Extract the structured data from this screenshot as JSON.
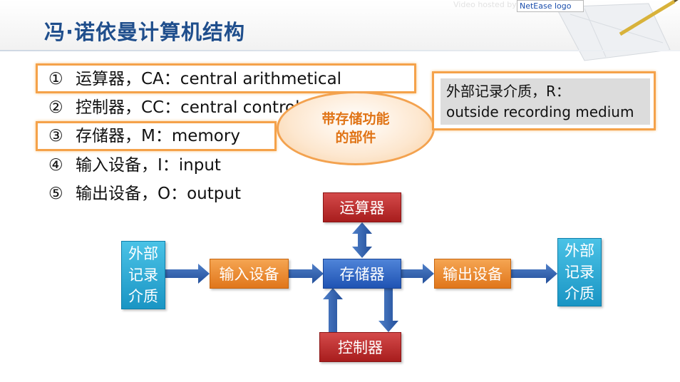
{
  "slide": {
    "title": "冯·诺依曼计算机结构",
    "watermark": "Video hosted by",
    "logo_alt": "NetEase logo",
    "items": [
      {
        "num": "①",
        "text": "运算器，CA：central arithmetical"
      },
      {
        "num": "②",
        "text": "控制器，CC：central control"
      },
      {
        "num": "③",
        "text": "存储器，M：memory"
      },
      {
        "num": "④",
        "text": "输入设备，I：input"
      },
      {
        "num": "⑤",
        "text": "输出设备，O：output"
      }
    ],
    "callout": [
      "带存储功能",
      "的部件"
    ],
    "external_medium": [
      "外部记录介质，R：",
      "outside recording medium"
    ]
  },
  "diagram": {
    "alu": "运算器",
    "memory": "存储器",
    "controller": "控制器",
    "input_device": "输入设备",
    "output_device": "输出设备",
    "external_left": [
      "外部",
      "记录",
      "介质"
    ],
    "external_right": [
      "外部",
      "记录",
      "介质"
    ]
  },
  "colors": {
    "title": "#1f4e8c",
    "highlight": "#f5a24a",
    "callout_text": "#e07416",
    "red_box": "#b82828",
    "blue_box": "#2a5fbf",
    "orange_box": "#ee8a2e",
    "cyan_box": "#27a8d4",
    "arrow": "#2e5fab"
  }
}
